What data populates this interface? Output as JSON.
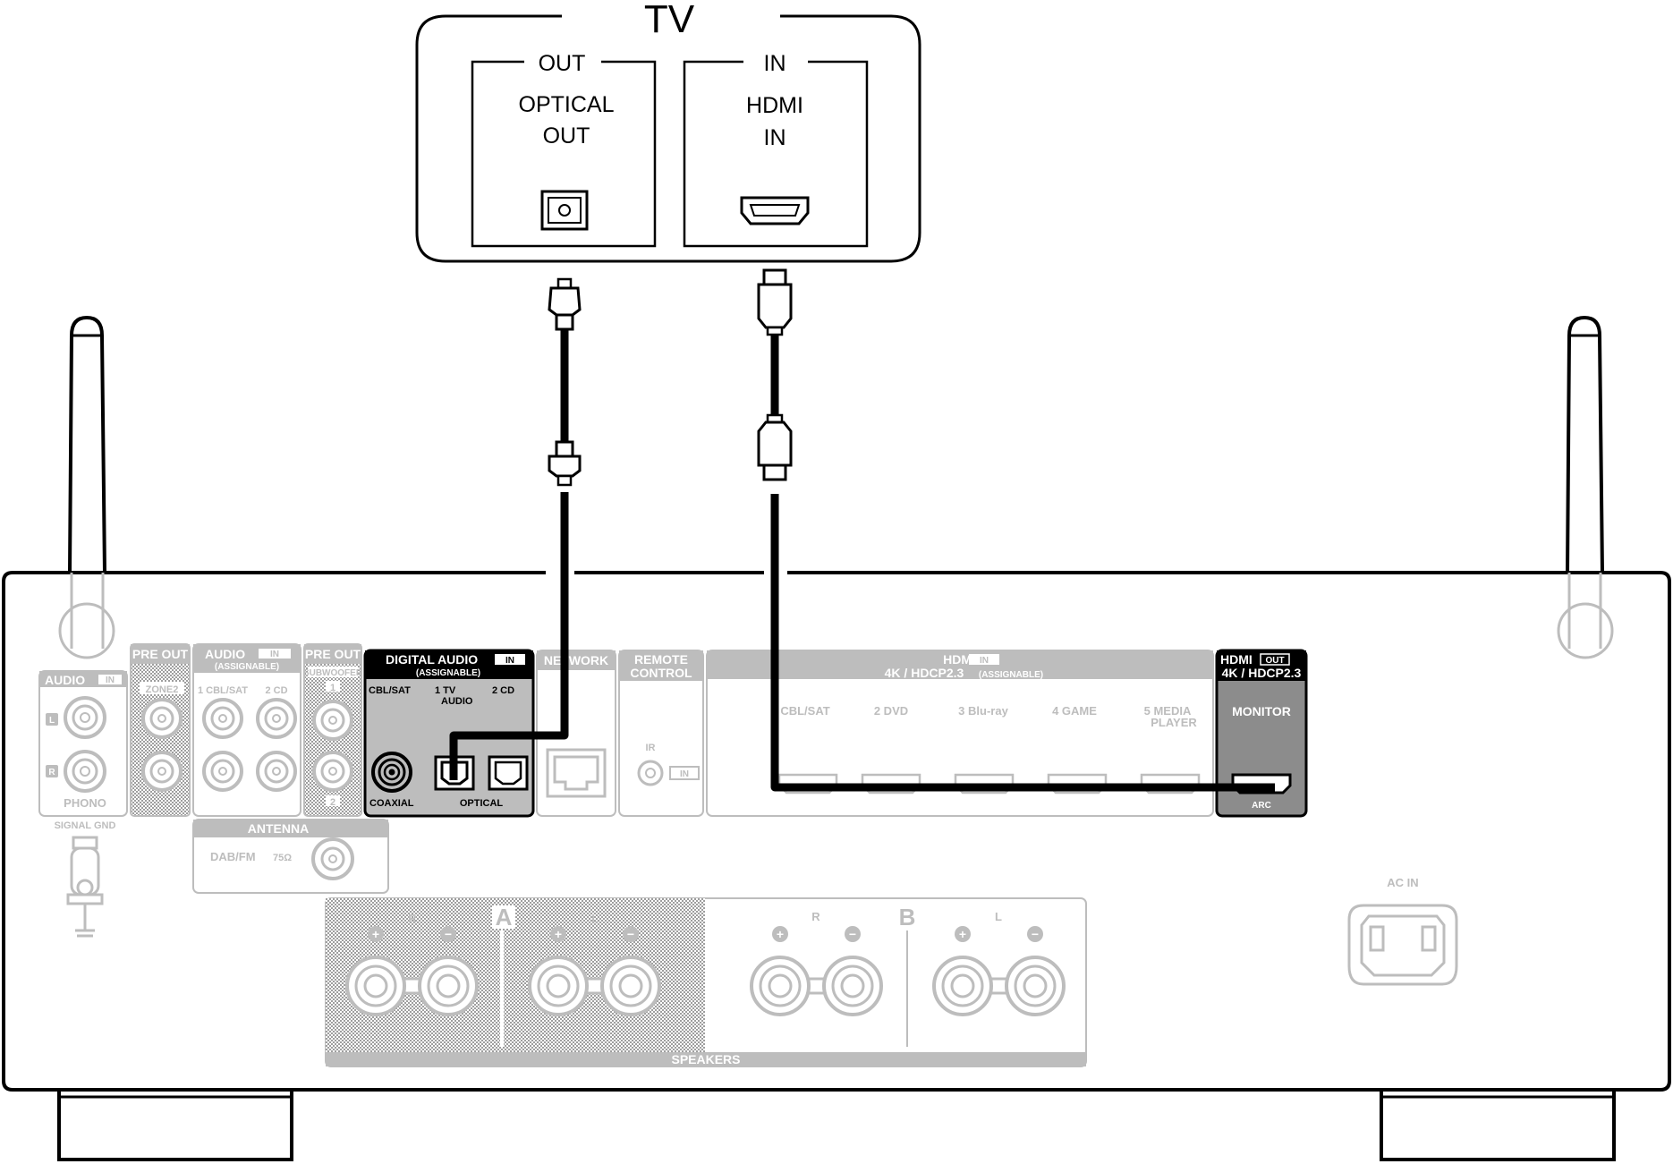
{
  "tv": {
    "title": "TV",
    "out_group": "OUT",
    "in_group": "IN",
    "optical_out": [
      "OPTICAL",
      "OUT"
    ],
    "hdmi_in": [
      "HDMI",
      "IN"
    ]
  },
  "receiver": {
    "audio_in_phono": "AUDIO",
    "in_tag": "IN",
    "out_tag": "OUT",
    "phono": "PHONO",
    "ch_l": "L",
    "ch_r": "R",
    "signal_gnd": "SIGNAL GND",
    "pre_out": "PRE OUT",
    "zone2": "ZONE2",
    "audio_assignable": "AUDIO",
    "assignable": "(ASSIGNABLE)",
    "audio_cbl_sat": "1 CBL/SAT",
    "audio_cd": "2  CD",
    "subwoofer": "SUBWOOFER",
    "sub_1": "1",
    "sub_2": "2",
    "digital_audio": "DIGITAL AUDIO",
    "digital_cbl_sat": "CBL/SAT",
    "digital_tv_num": "1   TV",
    "digital_tv_audio": "AUDIO",
    "digital_cd": "2   CD",
    "coaxial": "COAXIAL",
    "optical": "OPTICAL",
    "network": "NETWORK",
    "remote": "REMOTE",
    "control": "CONTROL",
    "ir": "IR",
    "hdmi": "HDMI",
    "hdcp_assignable": "4K / HDCP2.3",
    "hdmi_assignable": "(ASSIGNABLE)",
    "hdmi_inputs": [
      "CBL/SAT",
      "2  DVD",
      "3  Blu-ray",
      "4  GAME",
      "5  MEDIA"
    ],
    "player": "PLAYER",
    "hdmi_out_hdcp": "4K / HDCP2.3",
    "monitor": "MONITOR",
    "arc": "ARC",
    "antenna": "ANTENNA",
    "dab_fm": "DAB/FM",
    "ohm": "75Ω",
    "speakers": "SPEAKERS",
    "zone_a": "A",
    "zone_b": "B",
    "plus": "+",
    "minus": "−",
    "ac_in": "AC IN"
  },
  "colors": {
    "line": "#000000",
    "panel_gray": "#bdbdbd",
    "highlight": "#1a1a1a"
  }
}
